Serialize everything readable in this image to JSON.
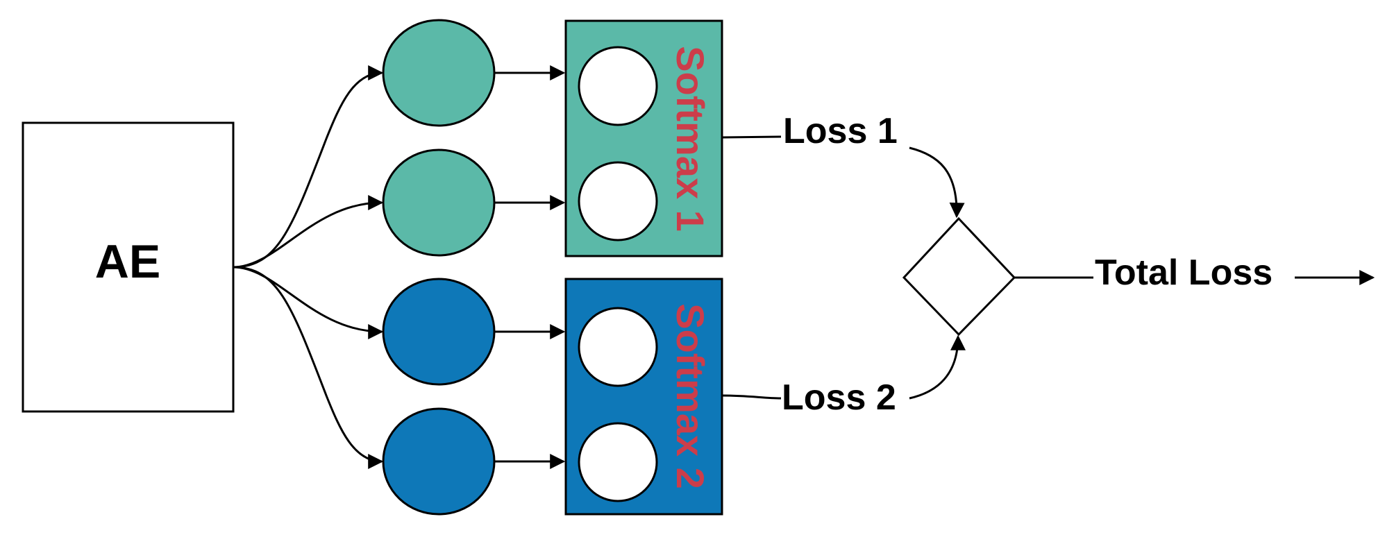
{
  "nodes": {
    "ae": {
      "label": "AE"
    },
    "softmax1": {
      "label": "Softmax 1"
    },
    "softmax2": {
      "label": "Softmax 2"
    },
    "combine": {
      "shape": "diamond"
    }
  },
  "edges": {
    "loss1": {
      "label": "Loss 1"
    },
    "loss2": {
      "label": "Loss 2"
    },
    "total": {
      "label": "Total Loss"
    }
  },
  "colors": {
    "group1_fill": "#5bb9a8",
    "group2_fill": "#0e78b8",
    "softmax_label": "#cc3d4a",
    "stroke": "#000000",
    "text": "#000000",
    "inner_unit_fill": "#ffffff"
  }
}
